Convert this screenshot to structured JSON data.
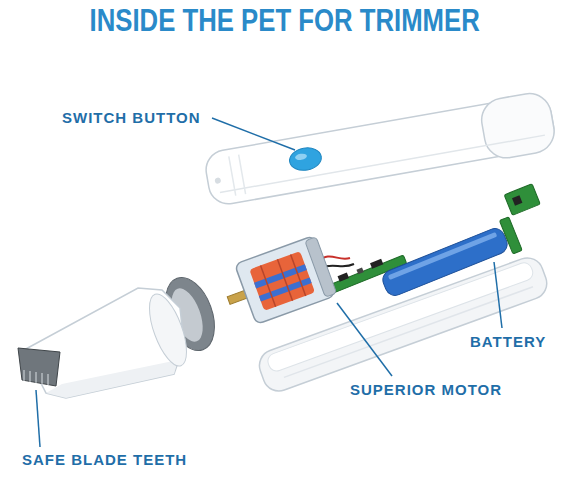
{
  "diagram": {
    "title": "INSIDE THE PET FOR TRIMMER",
    "labels": [
      "SWITCH BUTTON",
      "BATTERY",
      "SUPERIOR MOTOR",
      "SAFE BLADE TEETH"
    ]
  }
}
